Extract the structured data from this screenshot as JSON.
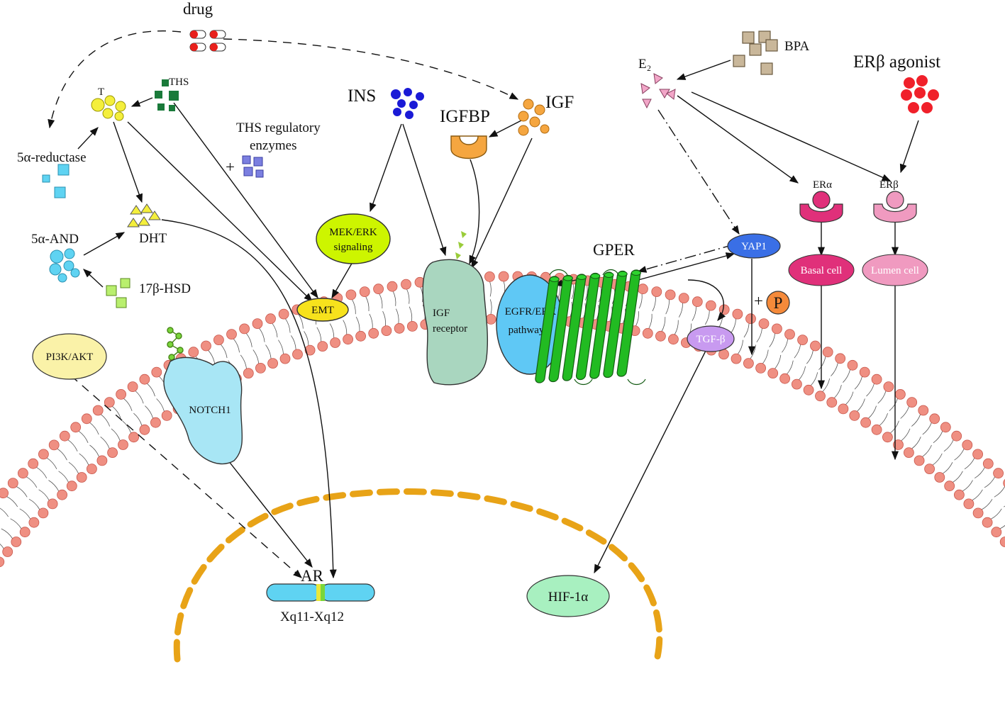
{
  "labels": {
    "drug": "drug",
    "t": "T",
    "ths": "THS",
    "five_alpha_reductase": "5α-reductase",
    "ths_regulatory_1": "THS regulatory",
    "ths_regulatory_2": "enzymes",
    "plus_ths": "+",
    "five_alpha_and": "5α-AND",
    "dht": "DHT",
    "seventeen_beta_hsd": "17β-HSD",
    "ins": "INS",
    "igfbp": "IGFBP",
    "igf": "IGF",
    "mek_erk_1": "MEK/ERK",
    "mek_erk_2": "signaling",
    "emt": "EMT",
    "igf_receptor_1": "IGF",
    "igf_receptor_2": "receptor",
    "egfr_erk_1": "EGFR/ERK",
    "egfr_erk_2": "pathway",
    "gper": "GPER",
    "e2": "E₂",
    "bpa": "BPA",
    "er_beta_agonist": "ERβ agonist",
    "yap1": "YAP1",
    "plus_p": "+",
    "p": "P",
    "tgf_beta": "TGF-β",
    "er_alpha": "ERα",
    "er_beta": "ERβ",
    "basal_cell": "Basal cell",
    "lumen_cell": "Lumen cell",
    "pi3k_akt": "PI3K/AKT",
    "notch1": "NOTCH1",
    "ar": "AR",
    "xq": "Xq11-Xq12",
    "hif": "HIF-1α"
  },
  "colors": {
    "membrane_head": "#ef8f82",
    "membrane_stroke": "#c8574c",
    "nucleus": "#e8a317",
    "testosterone": "#f4ef3c",
    "ths": "#1a7a3a",
    "reductase": "#5fd3f2",
    "regulatory_enzymes": "#7b7fe0",
    "dht": "#f4ef3c",
    "and": "#5fd3f2",
    "hsd": "#b9ef6e",
    "ins": "#1a1ad6",
    "igf": "#f5a640",
    "mek_erk": "#cdf500",
    "emt": "#f7e21c",
    "igf_receptor": "#a9d6bf",
    "egfr": "#5fc8f5",
    "gper": "#22bb22",
    "e2": "#f2a6c8",
    "bpa": "#c9b79a",
    "er_beta_agonist": "#f0202a",
    "yap1": "#3a6fe6",
    "p": "#f58a3a",
    "tgf_beta": "#c89af0",
    "er_alpha": "#e0307a",
    "er_beta_receptor": "#f09ac0",
    "pi3k": "#faf2a8",
    "notch1": "#a8e6f5",
    "ar": "#5fd3f2",
    "hif": "#a8f0c0",
    "drug_red": "#e8201c"
  },
  "icons": {
    "drug": "capsule-pill-icons",
    "p": "phosphate-circle-icon"
  }
}
